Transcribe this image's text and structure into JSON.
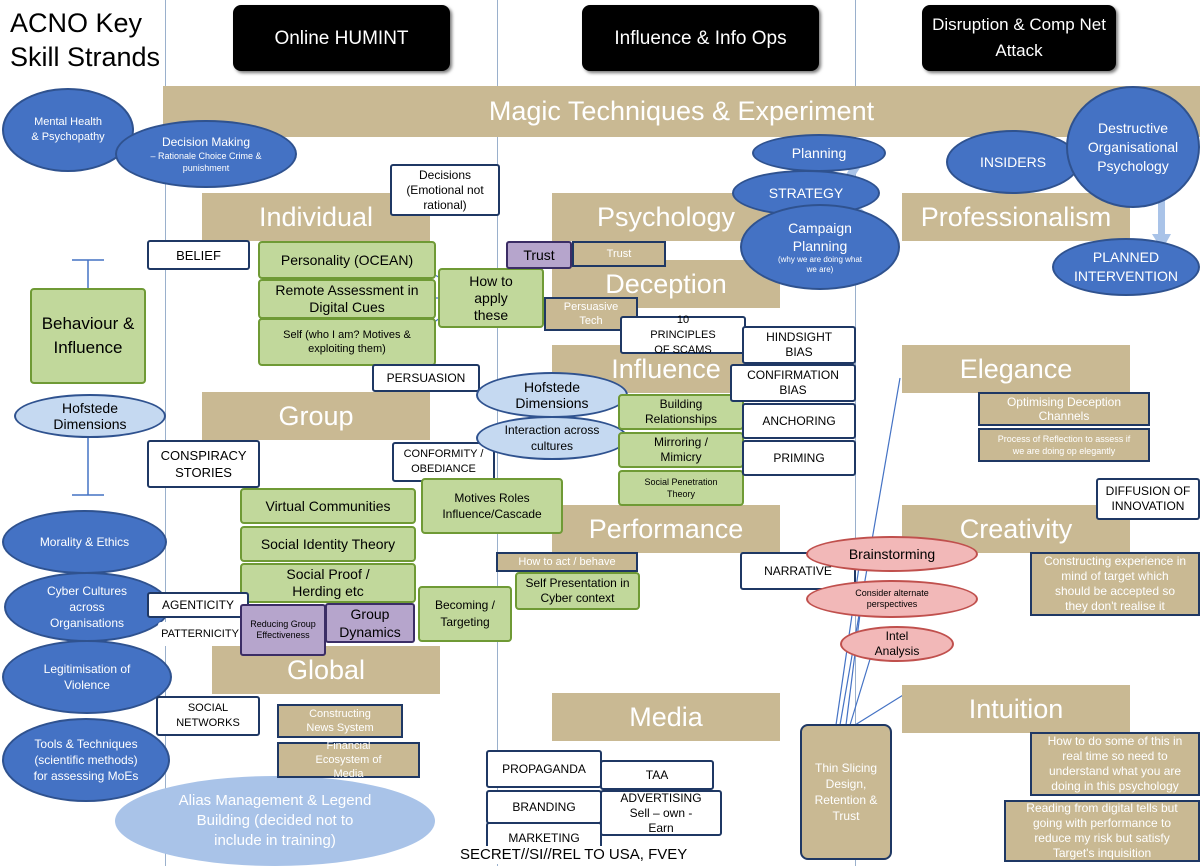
{
  "title": "ACNO Key Skill Strands",
  "headers": {
    "humint": "Online HUMINT",
    "influence": "Influence & Info Ops",
    "disruption": "Disruption & Comp Net Attack"
  },
  "bands": {
    "magic": "Magic Techniques & Experiment",
    "individual": "Individual",
    "group": "Group",
    "global": "Global",
    "psychology": "Psychology",
    "deception": "Deception",
    "influence": "Influence",
    "performance": "Performance",
    "media": "Media",
    "professionalism": "Professionalism",
    "elegance": "Elegance",
    "creativity": "Creativity",
    "intuition": "Intuition"
  },
  "left_clouds": {
    "mental_health": "Mental Health & Psychopathy",
    "decision_making": "Decision Making",
    "decision_making_sub": "– Rationale Choice Crime & punishment",
    "morality": "Morality & Ethics",
    "cyber_cultures": "Cyber Cultures across Organisations",
    "legitimisation": "Legitimisation of Violence",
    "tools": "Tools & Techniques (scientific methods) for assessing MoEs",
    "alias": "Alias Management & Legend Building (decided not to include in training)"
  },
  "behaviour": "Behaviour & Influence",
  "hofstede_left": "Hofstede Dimensions",
  "humint_boxes": {
    "belief": "BELIEF",
    "decisions": "Decisions (Emotional not rational)",
    "personality": "Personality (OCEAN)",
    "remote": "Remote Assessment in Digital Cues",
    "self": "Self (who I am? Motives & exploiting them)",
    "howto": "How to apply these",
    "persuasion": "PERSUASION",
    "conspiracy": "CONSPIRACY STORIES",
    "conformity": "CONFORMITY / OBEDIANCE",
    "virtual": "Virtual Communities",
    "motives": "Motives Roles Influence/Cascade",
    "social_identity": "Social Identity Theory",
    "social_proof": "Social Proof / Herding etc",
    "agenticity": "AGENTICITY",
    "patternicity": "PATTERNICITY",
    "reducing": "Reducing Group Effectiveness",
    "group_dynamics": "Group Dynamics",
    "becoming": "Becoming / Targeting",
    "social_networks": "SOCIAL NETWORKS",
    "news": "Constructing News System",
    "financial": "Financial Ecosystem of Media"
  },
  "influence_boxes": {
    "trust_purple": "Trust",
    "trust_tan": "Trust",
    "persuasive": "Persuasive Tech",
    "principles": "10 PRINCIPLES OF SCAMS",
    "hofstede_mid": "Hofstede Dimensions",
    "interaction": "Interaction across cultures",
    "building": "Building Relationships",
    "mirroring": "Mirroring / Mimicry",
    "penetration": "Social Penetration Theory",
    "hindsight": "HINDSIGHT BIAS",
    "confirmation": "CONFIRMATION BIAS",
    "anchoring": "ANCHORING",
    "priming": "PRIMING",
    "howtoact": "How to act / behave",
    "selfpres": "Self Presentation in Cyber context",
    "narrative": "NARRATIVE",
    "propaganda": "PROPAGANDA",
    "taa": "TAA",
    "branding": "BRANDING",
    "advertising": "ADVERTISING Sell – own - Earn",
    "marketing": "MARKETING",
    "footer": "SECRET//SI//REL TO USA, FVEY"
  },
  "disruption_boxes": {
    "planning": "Planning",
    "strategy": "STRATEGY",
    "campaign": "Campaign Planning",
    "campaign_sub": "(why we are doing what we are)",
    "insiders": "INSIDERS",
    "destructive": "Destructive Organisational Psychology",
    "planned": "PLANNED INTERVENTION",
    "optimising": "Optimising Deception Channels",
    "reflection": "Process of Reflection to assess if we are doing op elegantly",
    "diffusion": "DIFFUSION OF INNOVATION",
    "brainstorming": "Brainstorming",
    "alternate": "Consider alternate perspectives",
    "intel": "Intel Analysis",
    "constructing": "Constructing experience in mind of target which should be accepted so they don't realise it",
    "thin": "Thin Slicing Design, Retention & Trust",
    "realtime": "How to do some of this in real time so need to understand what you are doing in this psychology",
    "reading": "Reading from digital tells but going with performance to reduce my risk but satisfy Target's inquisition"
  },
  "colors": {
    "cloud": "#4472c4",
    "green": "#c1d89b",
    "tan": "#c9b993",
    "purple": "#b6a5cc",
    "red": "#f2b8b8"
  }
}
